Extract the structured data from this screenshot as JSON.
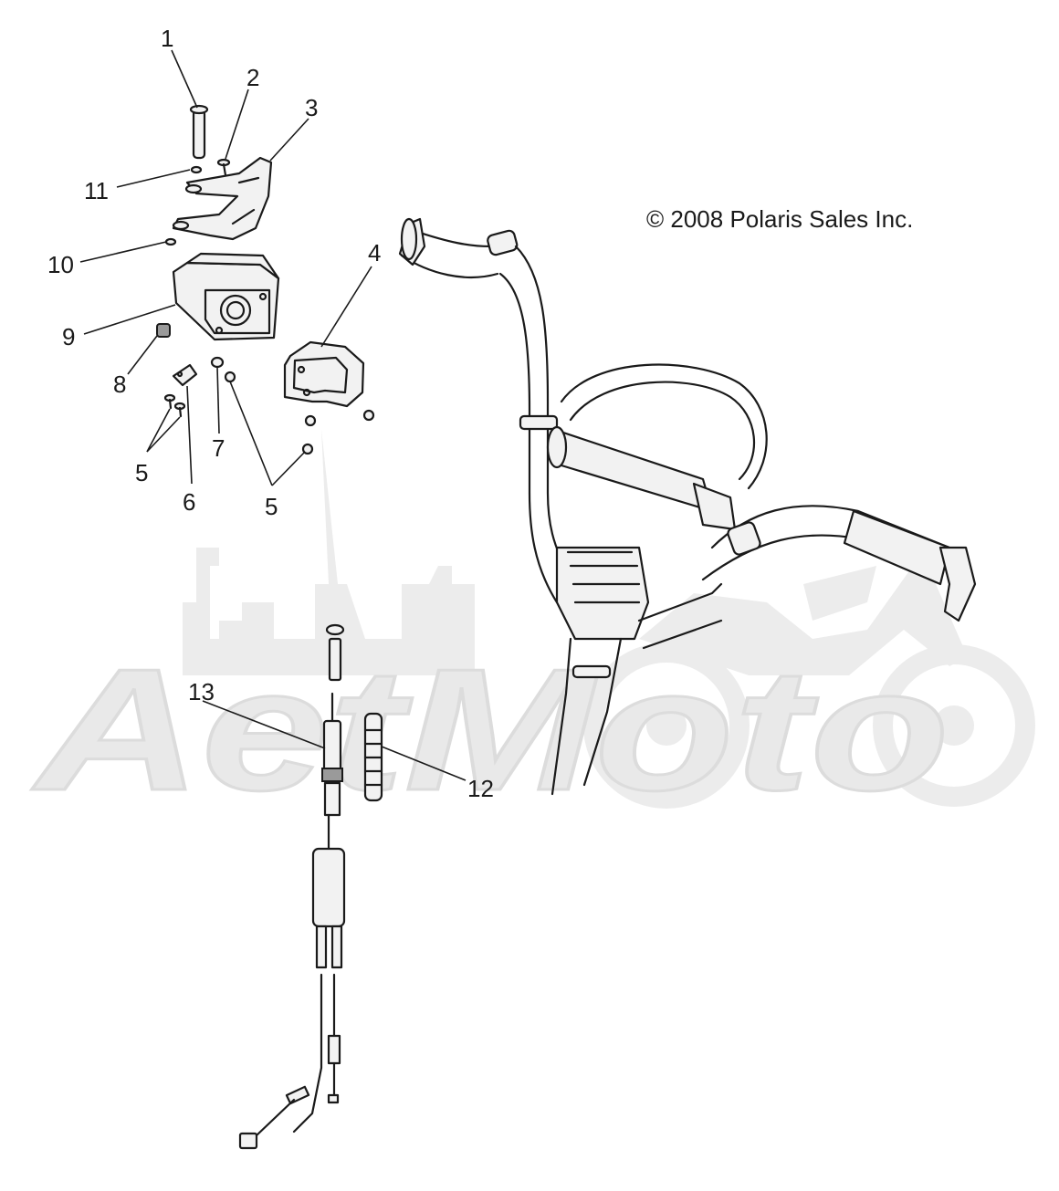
{
  "copyright": "© 2008 Polaris Sales Inc.",
  "watermark": {
    "text": "AetMoto",
    "color": "#e9e9e9"
  },
  "callouts": [
    {
      "id": "1",
      "label": "1"
    },
    {
      "id": "2",
      "label": "2"
    },
    {
      "id": "3",
      "label": "3"
    },
    {
      "id": "4",
      "label": "4"
    },
    {
      "id": "5a",
      "label": "5"
    },
    {
      "id": "5b",
      "label": "5"
    },
    {
      "id": "6",
      "label": "6"
    },
    {
      "id": "7",
      "label": "7"
    },
    {
      "id": "8",
      "label": "8"
    },
    {
      "id": "9",
      "label": "9"
    },
    {
      "id": "10",
      "label": "10"
    },
    {
      "id": "11",
      "label": "11"
    },
    {
      "id": "12",
      "label": "12"
    },
    {
      "id": "13",
      "label": "13"
    }
  ],
  "colors": {
    "line": "#1a1a1a",
    "part_fill": "#f2f2f2",
    "background": "#ffffff"
  }
}
